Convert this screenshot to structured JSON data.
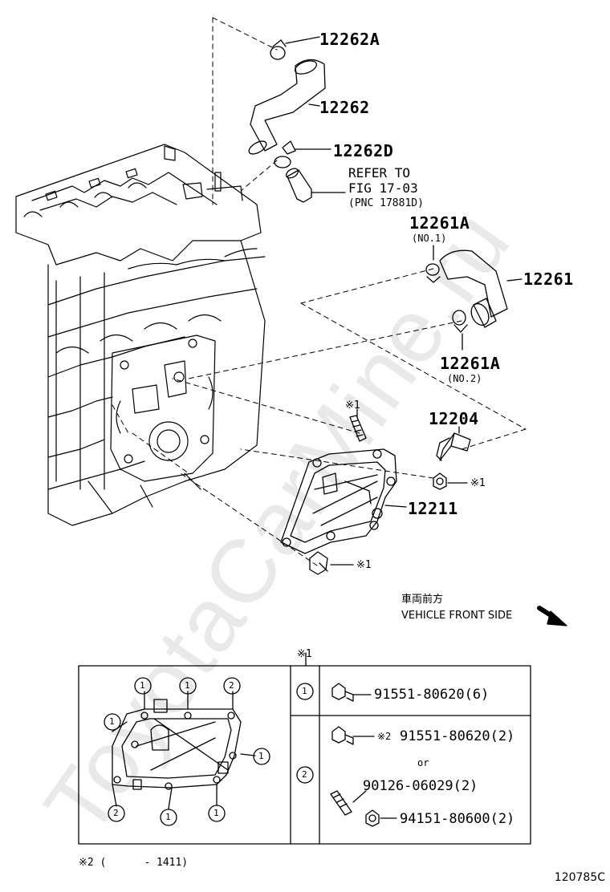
{
  "watermark": "ToyotaCarMine.ru",
  "parts": {
    "p12262A": "12262A",
    "p12262": "12262",
    "p12262D": "12262D",
    "p12261A_1": "12261A",
    "p12261A_1_note": "(NO.1)",
    "p12261": "12261",
    "p12261A_2": "12261A",
    "p12261A_2_note": "(NO.2)",
    "p12204": "12204",
    "p12211": "12211"
  },
  "refer": {
    "line1": "REFER TO",
    "line2": "FIG 17-03",
    "line3": "(PNC 17881D)"
  },
  "marks": {
    "stud": "※1",
    "nut": "※1",
    "bolt": "※1",
    "table_header": "※1"
  },
  "front_side": {
    "jp": "車両前方",
    "en": "VEHICLE FRONT SIDE"
  },
  "table": {
    "row1_key": "1",
    "row1_part": "91551-80620(6)",
    "row2_key": "2",
    "row2_mark": "※2",
    "row2_part_a": "91551-80620(2)",
    "row2_or": "or",
    "row2_part_b": "90126-06029(2)",
    "row2_part_c": "94151-80600(2)",
    "gasket_callouts": [
      "1",
      "1",
      "2",
      "1",
      "1",
      "2",
      "1",
      "1"
    ]
  },
  "footnote": "※2 (      - 1411)",
  "figure_code": "120785C"
}
